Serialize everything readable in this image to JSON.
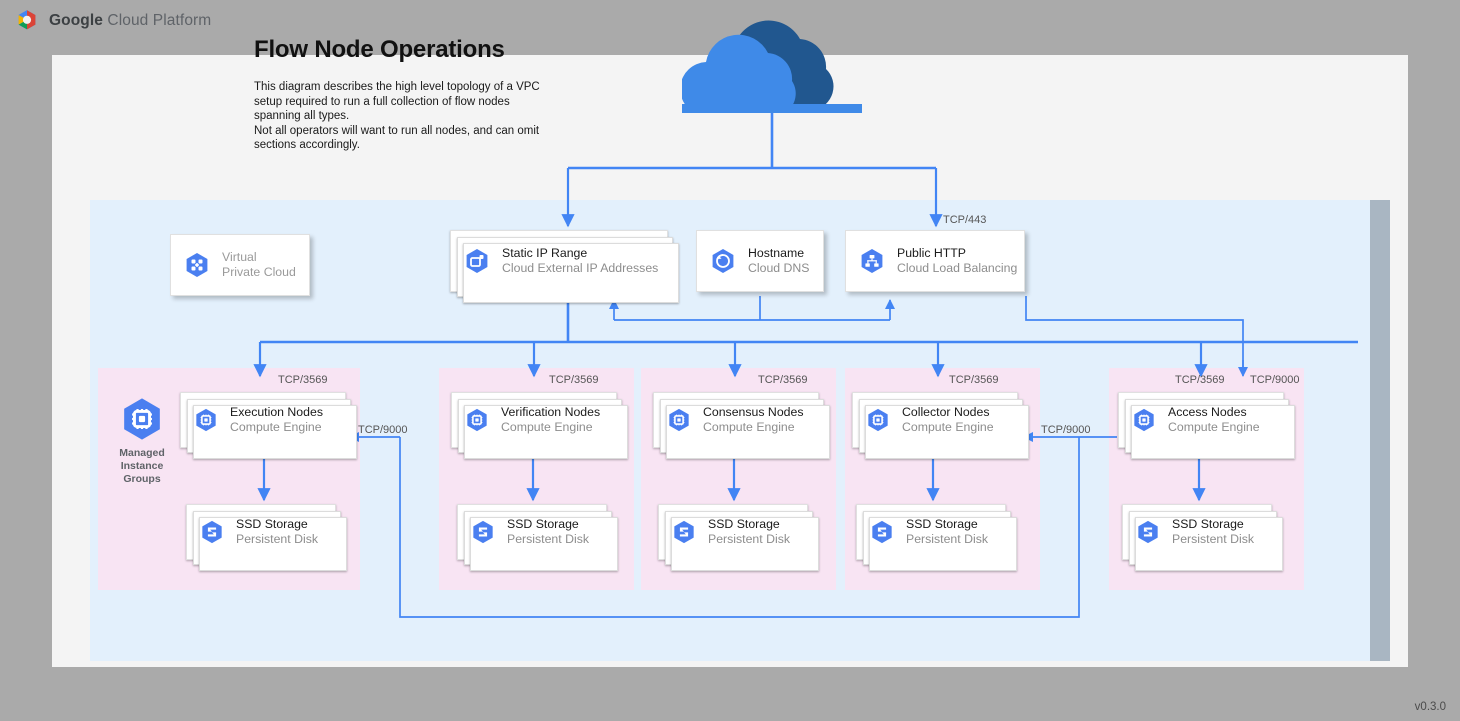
{
  "brand": {
    "bold": "Google",
    "rest": " Cloud Platform",
    "logo_icon": "gcp-hexagon-logo"
  },
  "version": "v0.3.0",
  "title": "Flow Node Operations",
  "description": "This diagram describes the high level topology of a VPC setup required to run a full collection of flow nodes spanning all types.\nNot all operators will want to run all nodes, and can omit sections accordingly.",
  "colors": {
    "page_bg": "#aaaaaa",
    "canvas_bg": "#f4f4f4",
    "vpc_bg": "#e3f0fc",
    "group_bg": "#f8e4f3",
    "wire": "#4285f4",
    "icon_blue": "#4a7ff0",
    "cloud_dark": "#21578f",
    "cloud_light": "#3f8ae8"
  },
  "internet": {
    "icon": "cloud-icon",
    "label": ""
  },
  "top_nodes": [
    {
      "id": "vpc",
      "title": "Virtual",
      "subtitle": "Private Cloud",
      "icon": "virtual-private-cloud-icon",
      "muted": true,
      "stacked": false
    },
    {
      "id": "static-ip",
      "title": "Static IP Range",
      "subtitle": "Cloud External IP Addresses",
      "icon": "cloud-external-ip-icon",
      "muted": false,
      "stacked": true
    },
    {
      "id": "hostname",
      "title": "Hostname",
      "subtitle": "Cloud DNS",
      "icon": "cloud-dns-icon",
      "muted": false,
      "stacked": false
    },
    {
      "id": "public-http",
      "title": "Public HTTP",
      "subtitle": "Cloud Load Balancing",
      "icon": "cloud-load-balancing-icon",
      "muted": false,
      "stacked": false
    }
  ],
  "mig": {
    "label": "Managed\nInstance\nGroups",
    "icon": "managed-instance-groups-icon"
  },
  "groups": [
    {
      "id": "execution",
      "node": {
        "title": "Execution Nodes",
        "subtitle": "Compute Engine",
        "icon": "compute-engine-icon"
      },
      "storage": {
        "title": "SSD Storage",
        "subtitle": "Persistent Disk",
        "icon": "persistent-disk-icon"
      },
      "inbound_label": "TCP/3569",
      "extra_labels": [
        "TCP/9000"
      ]
    },
    {
      "id": "verification",
      "node": {
        "title": "Verification Nodes",
        "subtitle": "Compute Engine",
        "icon": "compute-engine-icon"
      },
      "storage": {
        "title": "SSD Storage",
        "subtitle": "Persistent Disk",
        "icon": "persistent-disk-icon"
      },
      "inbound_label": "TCP/3569",
      "extra_labels": []
    },
    {
      "id": "consensus",
      "node": {
        "title": "Consensus Nodes",
        "subtitle": "Compute Engine",
        "icon": "compute-engine-icon"
      },
      "storage": {
        "title": "SSD Storage",
        "subtitle": "Persistent Disk",
        "icon": "persistent-disk-icon"
      },
      "inbound_label": "TCP/3569",
      "extra_labels": []
    },
    {
      "id": "collector",
      "node": {
        "title": "Collector Nodes",
        "subtitle": "Compute Engine",
        "icon": "compute-engine-icon"
      },
      "storage": {
        "title": "SSD Storage",
        "subtitle": "Persistent Disk",
        "icon": "persistent-disk-icon"
      },
      "inbound_label": "TCP/3569",
      "extra_labels": [
        "TCP/9000"
      ]
    },
    {
      "id": "access",
      "node": {
        "title": "Access Nodes",
        "subtitle": "Compute Engine",
        "icon": "compute-engine-icon"
      },
      "storage": {
        "title": "SSD Storage",
        "subtitle": "Persistent Disk",
        "icon": "persistent-disk-icon"
      },
      "inbound_label": "TCP/3569",
      "extra_labels": [
        "TCP/9000"
      ]
    }
  ],
  "edge_labels": {
    "tcp443": "TCP/443",
    "tcp3569": "TCP/3569",
    "tcp9000": "TCP/9000"
  }
}
